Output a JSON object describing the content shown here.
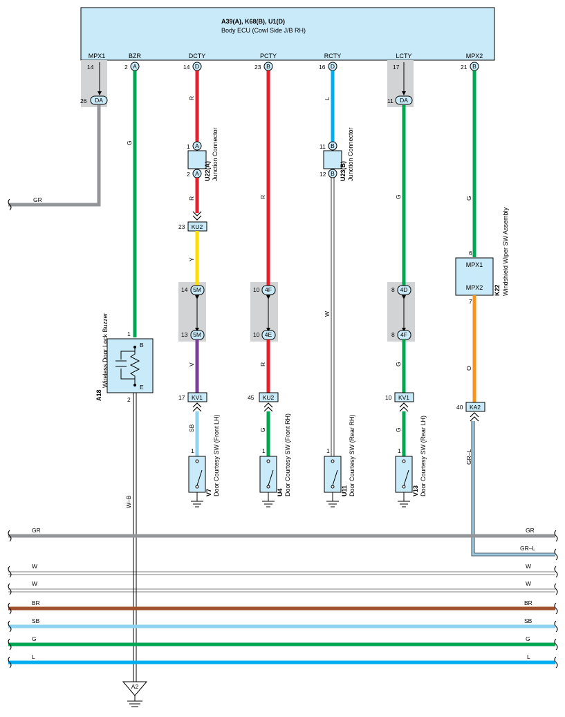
{
  "ecu": {
    "id": "A39(A), K68(B), U1(D)",
    "name": "Body ECU (Cowl Side J/B RH)",
    "terminals": [
      {
        "label": "MPX1",
        "pin": "14",
        "conn": ""
      },
      {
        "label": "BZR",
        "pin": "2",
        "conn": "A"
      },
      {
        "label": "DCTY",
        "pin": "14",
        "conn": "D"
      },
      {
        "label": "PCTY",
        "pin": "23",
        "conn": "B"
      },
      {
        "label": "RCTY",
        "pin": "16",
        "conn": "D"
      },
      {
        "label": "LCTY",
        "pin": "17",
        "conn": ""
      },
      {
        "label": "MPX2",
        "pin": "21",
        "conn": "B"
      }
    ]
  },
  "colors": {
    "R": "#e5202b",
    "G": "#00a651",
    "GR": "#939598",
    "L": "#00aeef",
    "Y": "#ffdd00",
    "V": "#7b3f98",
    "SB": "#8fd3f2",
    "O": "#f7941d",
    "BR": "#a0522d",
    "W": "#ffffff",
    "box": "#c9eaf8",
    "shade": "#d1d3d4"
  },
  "wire_codes": {
    "R": "R",
    "G": "G",
    "GR": "GR",
    "L": "L",
    "Y": "Y",
    "V": "V",
    "SB": "SB",
    "O": "O",
    "W": "W",
    "BR": "BR",
    "WB": "W–B",
    "GRL": "GR–L"
  },
  "connectors": {
    "da": "DA",
    "ku2": "KU2",
    "fm": "5M",
    "ff": "4F",
    "fe": "4E",
    "fd": "4D",
    "kv1": "KV1",
    "ka2": "KA2",
    "a": "A",
    "b": "B",
    "a2": "A2"
  },
  "pins": {
    "p26": "26",
    "p11": "11",
    "p1": "1",
    "p2": "2",
    "p12": "12",
    "p23": "23",
    "p14": "14",
    "p13": "13",
    "p10": "10",
    "p8": "8",
    "p17": "17",
    "p45": "45",
    "p6": "6",
    "p7": "7",
    "p40": "40"
  },
  "junctions": [
    {
      "id": "U22(A)",
      "name": "Junction Connector"
    },
    {
      "id": "U23(B)",
      "name": "Junction Connector"
    }
  ],
  "buzzer": {
    "id": "A18",
    "name": "Wireless Door Lock Buzzer",
    "pin_b": "B",
    "pin_e": "E"
  },
  "wiper": {
    "id": "K22",
    "name": "Windshield Wiper SW Assembly",
    "t1": "MPX1",
    "t2": "MPX2"
  },
  "switches": [
    {
      "id": "V7",
      "name": "Door Courtesy SW (Front LH)"
    },
    {
      "id": "U4",
      "name": "Door Courtesy SW (Front RH)"
    },
    {
      "id": "U11",
      "name": "Door Courtesy SW (Rear RH)"
    },
    {
      "id": "V13",
      "name": "Door Courtesy SW (Rear LH)"
    }
  ],
  "bus_lines": [
    {
      "code": "GR",
      "color": "#939598"
    },
    {
      "code": "GR–L",
      "color": "#9ec7de"
    },
    {
      "code": "W",
      "color": "#ffffff"
    },
    {
      "code": "W",
      "color": "#ffffff"
    },
    {
      "code": "BR",
      "color": "#a0522d"
    },
    {
      "code": "SB",
      "color": "#8fd3f2"
    },
    {
      "code": "G",
      "color": "#00a651"
    },
    {
      "code": "L",
      "color": "#00aeef"
    }
  ]
}
